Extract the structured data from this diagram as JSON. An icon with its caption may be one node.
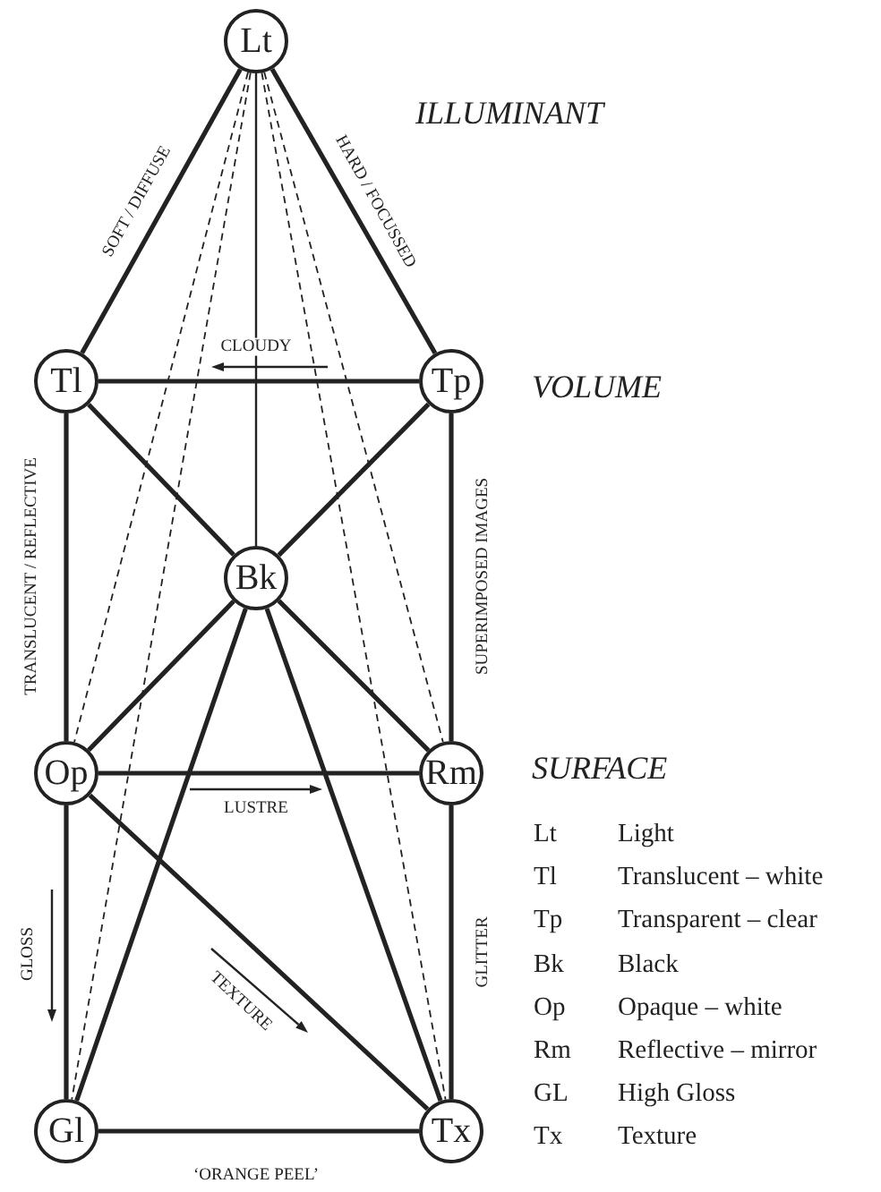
{
  "diagram": {
    "nodes": [
      {
        "text": [
          "Lt"
        ]
      },
      {
        "text": [
          "Tl"
        ]
      },
      {
        "text": [
          "Tp"
        ]
      },
      {
        "text": [
          "Bk"
        ]
      },
      {
        "text": [
          "Op"
        ]
      },
      {
        "text": [
          "Rm"
        ]
      },
      {
        "text": [
          "Gl"
        ]
      },
      {
        "text": [
          "Tx"
        ]
      }
    ],
    "edges": [
      {
        "from": 0,
        "to": 1,
        "arrow": "none",
        "label": "SOFT / DIFFUSE"
      },
      {
        "from": 0,
        "to": 2,
        "arrow": "none",
        "label": "HARD / FOCUSSED"
      },
      {
        "from": 0,
        "to": 3,
        "arrow": "none",
        "label": "CLOUDY"
      },
      {
        "from": 0,
        "to": 4,
        "arrow": "none",
        "style": "dashed"
      },
      {
        "from": 0,
        "to": 6,
        "arrow": "none",
        "style": "dashed"
      },
      {
        "from": 0,
        "to": 5,
        "arrow": "none",
        "style": "dashed"
      },
      {
        "from": 0,
        "to": 7,
        "arrow": "none",
        "style": "dashed"
      },
      {
        "from": 1,
        "to": 2,
        "arrow": "none"
      },
      {
        "from": 1,
        "to": 3,
        "arrow": "none"
      },
      {
        "from": 2,
        "to": 3,
        "arrow": "none"
      },
      {
        "from": 1,
        "to": 4,
        "arrow": "none",
        "label": "TRANSLUCENT / REFLECTIVE"
      },
      {
        "from": 2,
        "to": 5,
        "arrow": "none",
        "label": "SUPERIMPOSED IMAGES"
      },
      {
        "from": 3,
        "to": 4,
        "arrow": "none"
      },
      {
        "from": 3,
        "to": 5,
        "arrow": "none"
      },
      {
        "from": 3,
        "to": 6,
        "arrow": "none"
      },
      {
        "from": 3,
        "to": 7,
        "arrow": "none"
      },
      {
        "from": 4,
        "to": 5,
        "arrow": "none",
        "label": "LUSTRE"
      },
      {
        "from": 4,
        "to": 6,
        "arrow": "none",
        "label": "GLOSS"
      },
      {
        "from": 4,
        "to": 7,
        "arrow": "none",
        "label": "TEXTURE"
      },
      {
        "from": 5,
        "to": 7,
        "arrow": "none",
        "label": "GLITTER"
      },
      {
        "from": 6,
        "to": 7,
        "arrow": "none",
        "label": "‘ORANGE PEEL’"
      }
    ],
    "labels": [
      "ILLUMINANT",
      "VOLUME",
      "SURFACE",
      "Lt",
      "Light",
      "Tl",
      "Translucent – white",
      "Tp",
      "Transparent – clear",
      "Bk",
      "Black",
      "Op",
      "Opaque – white",
      "Rm",
      "Reflective – mirror",
      "GL",
      "High Gloss",
      "Tx",
      "Texture"
    ]
  }
}
